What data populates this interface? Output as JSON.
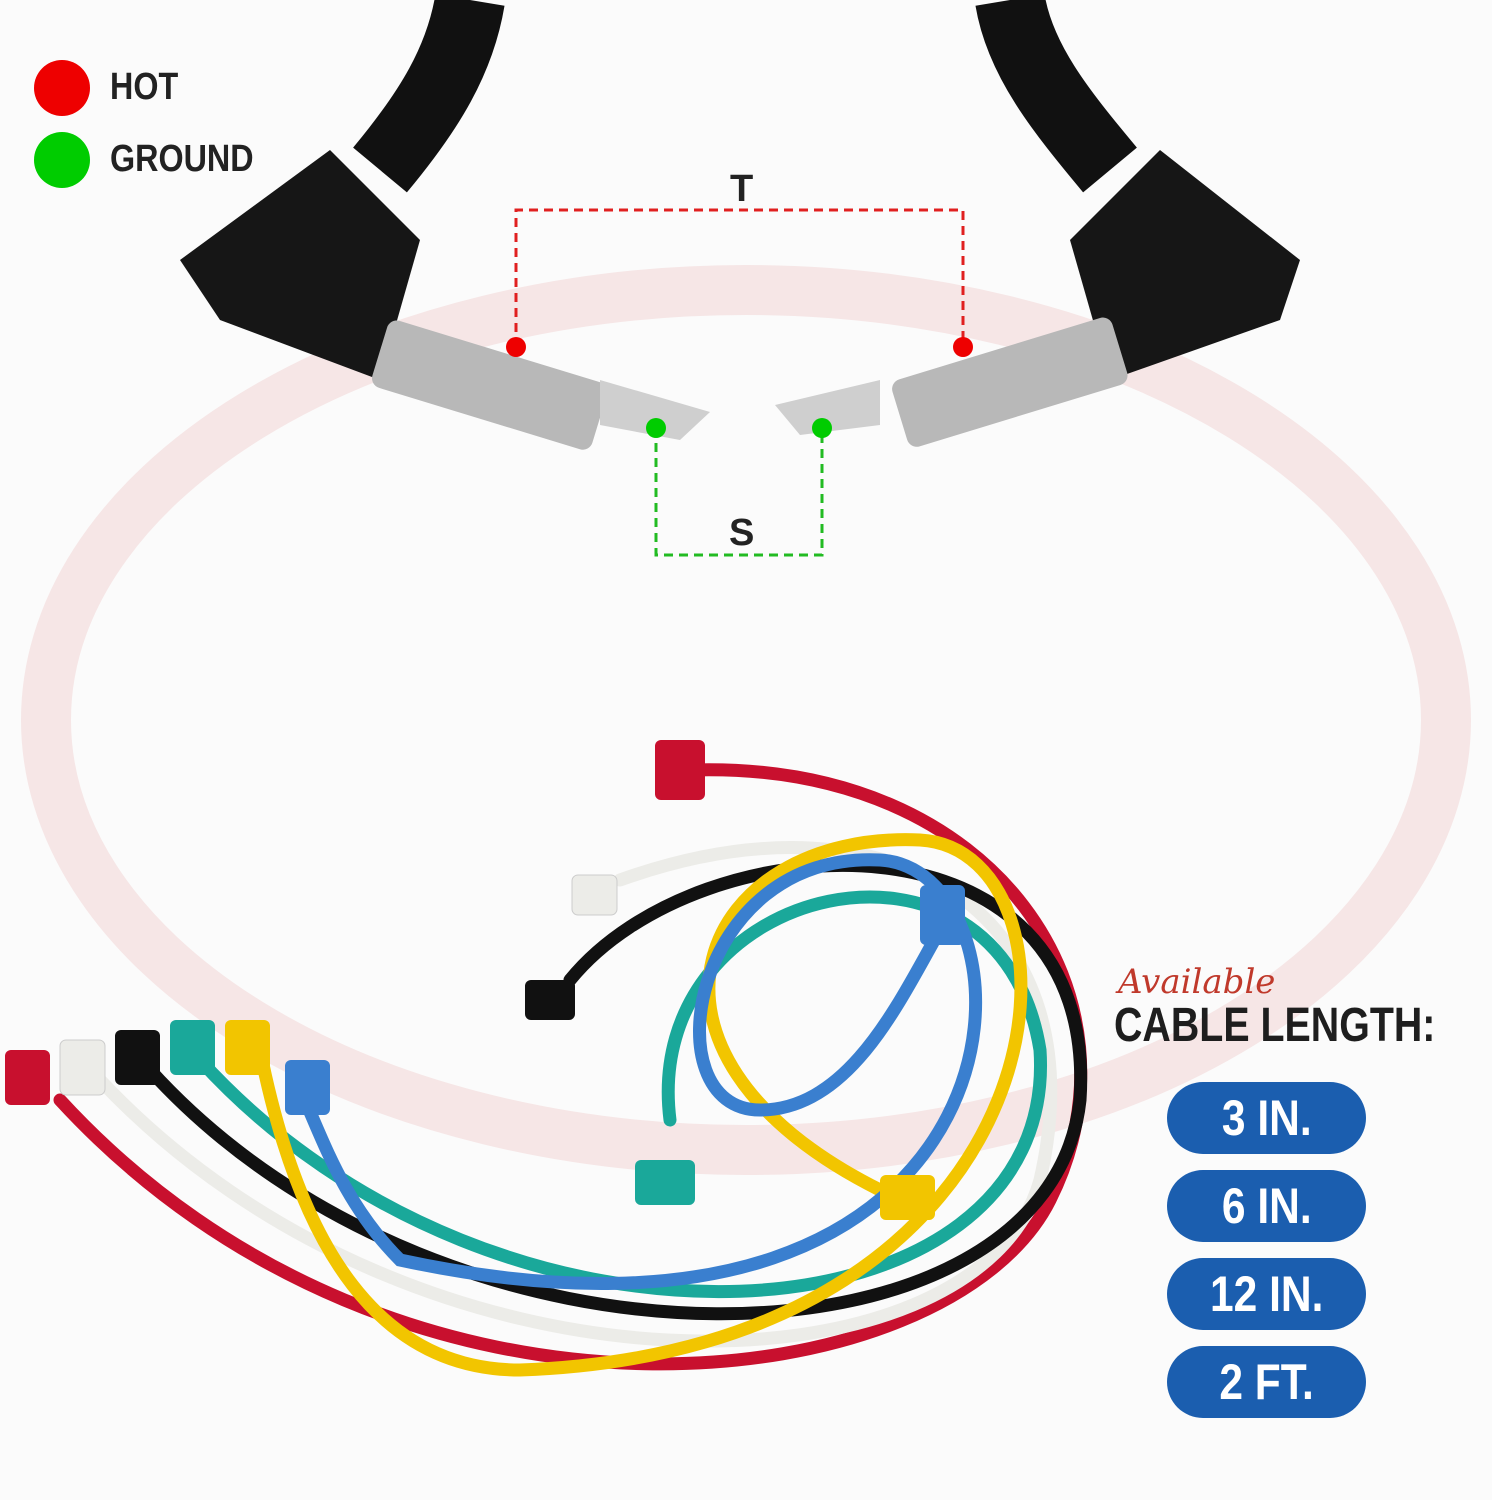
{
  "legend": {
    "items": [
      {
        "label": "HOT",
        "color": "#ee0000"
      },
      {
        "label": "GROUND",
        "color": "#00cc00"
      }
    ]
  },
  "diagram": {
    "tip_label": "T",
    "sleeve_label": "S",
    "tip_color": "#e02020",
    "sleeve_color": "#22bb22"
  },
  "lengths": {
    "script_label": "Available",
    "title": "CABLE LENGTH:",
    "options": [
      "3 IN.",
      "6 IN.",
      "12 IN.",
      "2 FT."
    ],
    "pill_color": "#1b5eaf"
  },
  "cable_colors": [
    "#c8102e",
    "#f2f2ee",
    "#111111",
    "#1aa89a",
    "#f2c500",
    "#3a7fcf"
  ]
}
